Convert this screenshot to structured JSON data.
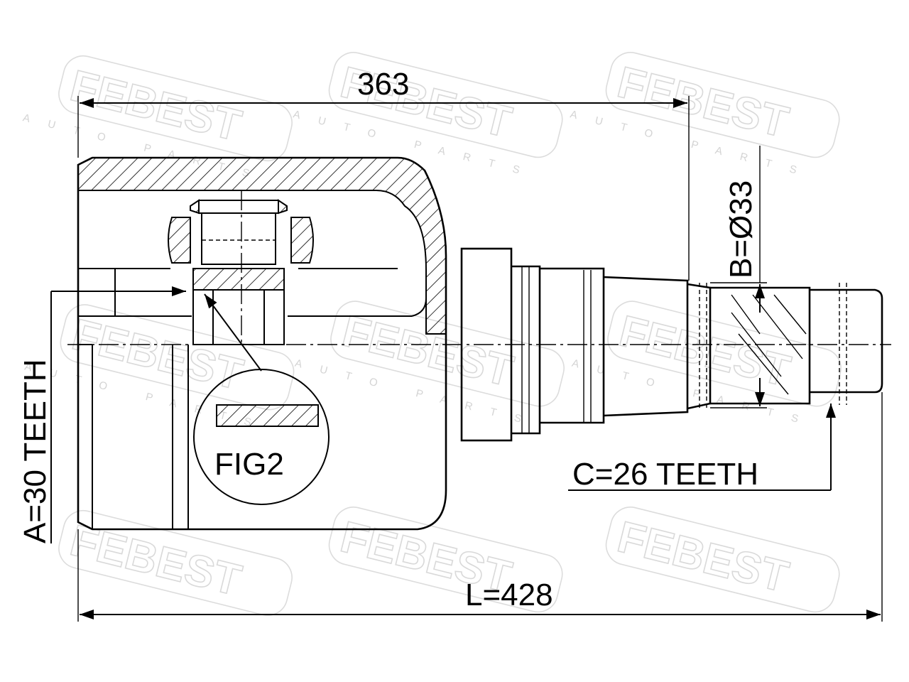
{
  "watermark": {
    "brand": "FEBEST",
    "sub": "AUTO PARTS"
  },
  "dimensions": {
    "top_length": "363",
    "total_length": "L=428",
    "shaft_diameter": "B=Ø33",
    "inner_teeth": "A=30 TEETH",
    "outer_teeth": "C=26 TEETH"
  },
  "figure_label": "FIG2"
}
